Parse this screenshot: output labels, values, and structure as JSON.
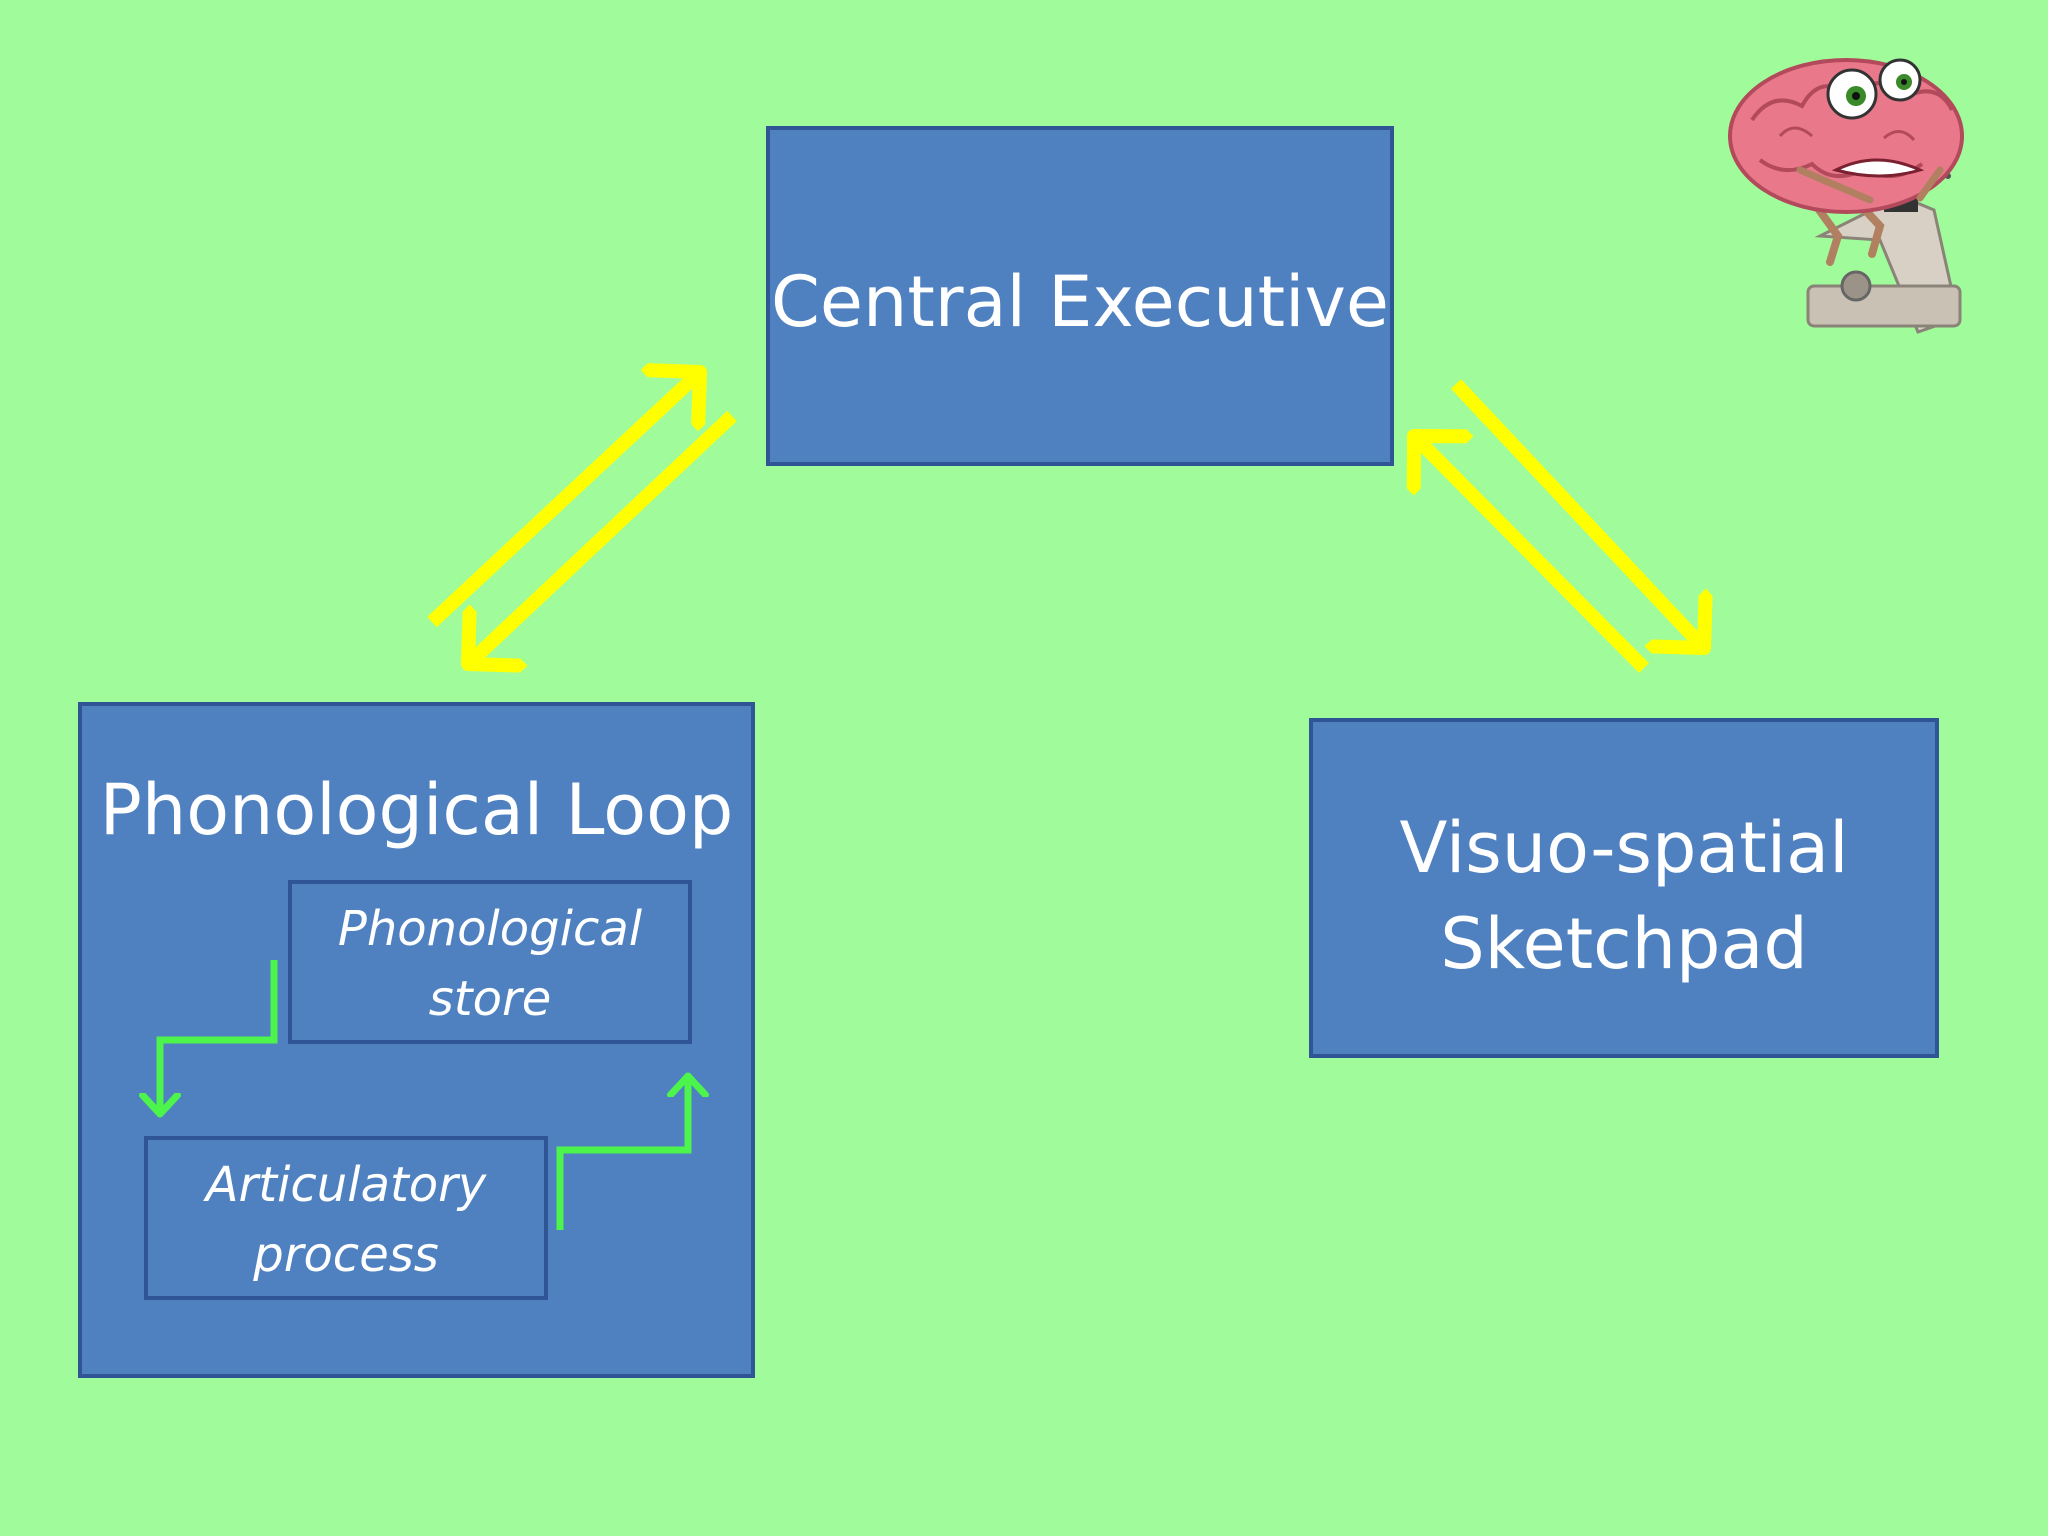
{
  "diagram": {
    "central_executive": {
      "title": "Central Executive"
    },
    "phonological_loop": {
      "title": "Phonological Loop",
      "phonological_store": {
        "line1": "Phonological",
        "line2": "store"
      },
      "articulatory_process": {
        "line1": "Articulatory",
        "line2": "process"
      }
    },
    "visuo_spatial_sketchpad": {
      "line1": "Visuo-spatial",
      "line2": "Sketchpad"
    }
  },
  "colors": {
    "background": "#a0fc9a",
    "box_fill": "#4f81c0",
    "box_border": "#2f5597",
    "text": "#ffffff",
    "connector_arrows": "#ffff00",
    "loop_arrows": "#4cf44c"
  },
  "icons": {
    "mascot": "brain-on-exercise-bike-icon"
  }
}
